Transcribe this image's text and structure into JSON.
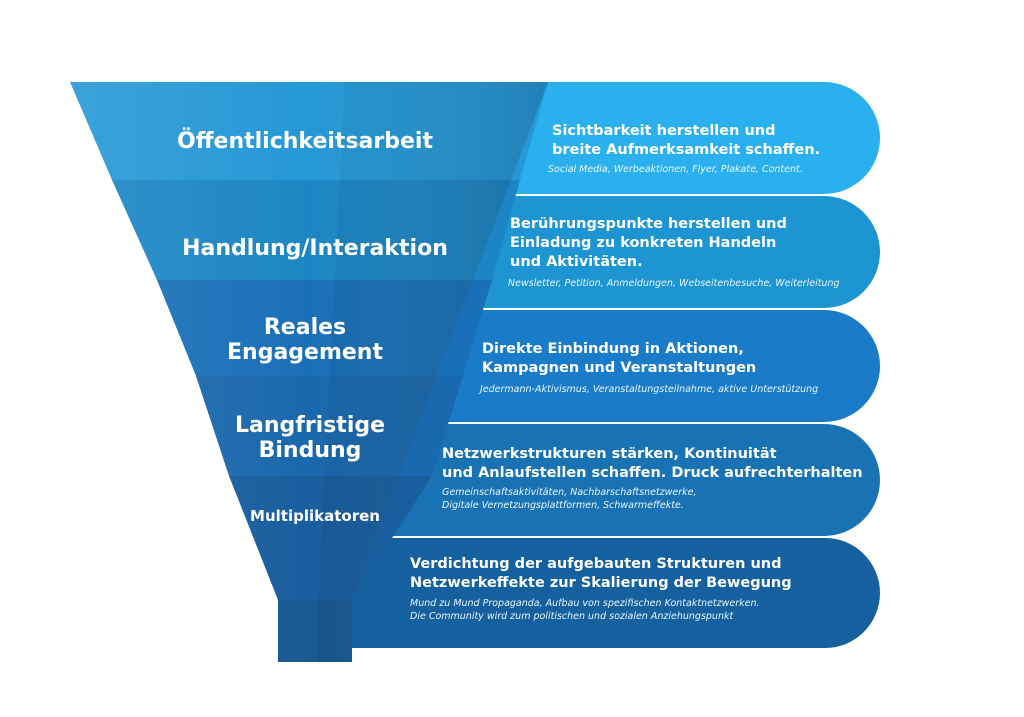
{
  "funnel": {
    "levels": [
      {
        "label": "Öffentlichkeitsarbeit",
        "color": "#2698d6"
      },
      {
        "label": "Handlung/Interaktion",
        "color": "#1c86c4"
      },
      {
        "label": "Reales\nEngagement",
        "color": "#1a70b8"
      },
      {
        "label": "Langfristige\nBindung",
        "color": "#1a68ad"
      },
      {
        "label": "Multiplikatoren",
        "color": "#195e9f"
      }
    ],
    "stem_color": "#1a5994"
  },
  "stages": [
    {
      "title": "Sichtbarkeit herstellen und\nbreite Aufmerksamkeit schaffen.",
      "detail": "Social Media, Werbeaktionen, Flyer, Plakate, Content.",
      "color": "#2ab0ee"
    },
    {
      "title": "Berührungspunkte herstellen und\nEinladung zu konkreten Handeln\nund Aktivitäten.",
      "detail": "Newsletter, Petition, Anmeldungen, Webseitenbesuche, Weiterleitung",
      "color": "#1d95d2"
    },
    {
      "title": "Direkte Einbindung in Aktionen,\nKampagnen und Veranstaltungen",
      "detail": "Jedermann-Aktivismus, Veranstaltungsteilnahme, aktive Unterstützung",
      "color": "#1a7bc8"
    },
    {
      "title": "Netzwerkstrukturen stärken, Kontinuität\nund Anlaufstellen schaffen. Druck aufrechterhalten",
      "detail": "Gemeinschaftsaktivitäten, Nachbarschaftsnetzwerke,\nDigitale Vernetzungsplattformen, Schwarmeffekte.",
      "color": "#1872b3"
    },
    {
      "title": "Verdichtung der aufgebauten Strukturen und\nNetzwerkeffekte zur Skalierung der Bewegung",
      "detail": "Mund zu Mund Propaganda, Aufbau von spezifischen Kontaktnetzwerken.\nDie Community wird zum politischen und sozialen Anziehungspunkt",
      "color": "#15609f"
    }
  ]
}
